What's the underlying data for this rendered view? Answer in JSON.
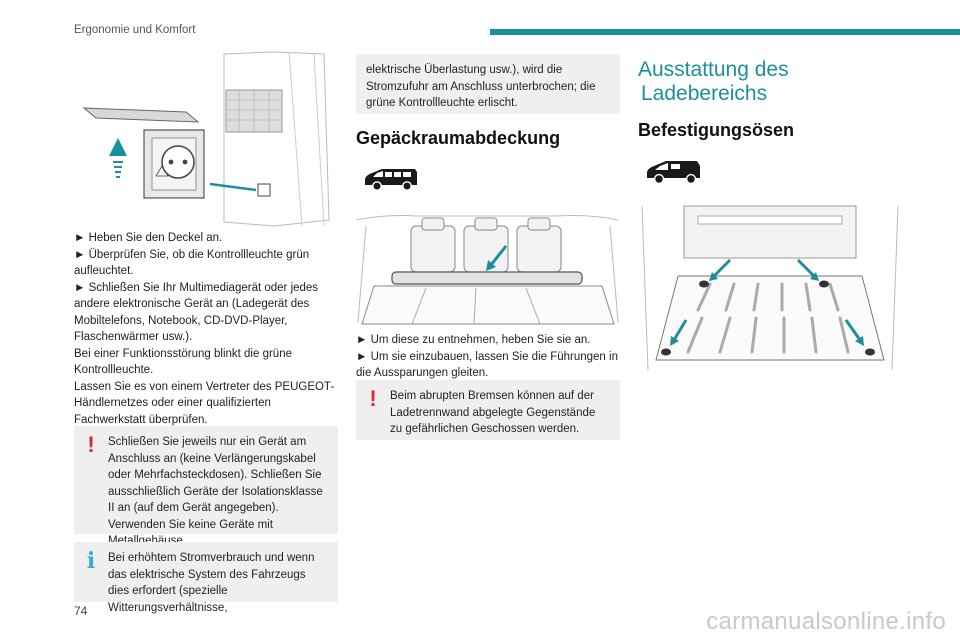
{
  "header": {
    "section_title": "Ergonomie und Komfort",
    "page_number": "74"
  },
  "colors": {
    "accent": "#1c8f9c",
    "warning": "#e0262e",
    "info": "#3aa8d8",
    "note_bg": "#efefef"
  },
  "column1": {
    "paragraphs": [
      "► Heben Sie den Deckel an.",
      "► Überprüfen Sie, ob die Kontrollleuchte grün aufleuchtet.",
      "► Schließen Sie Ihr Multimediagerät oder jedes andere elektronische Gerät an (Ladegerät des Mobiltelefons, Notebook, CD-DVD-Player, Flaschenwärmer usw.).",
      "Bei einer Funktionsstörung blinkt die grüne Kontrollleuchte.",
      "Lassen Sie es von einem Vertreter des PEUGEOT-Händlernetzes oder einer qualifizierten Fachwerkstatt überprüfen."
    ],
    "warning_paragraphs": [
      "Schließen Sie jeweils nur ein Gerät am Anschluss an (keine Verlängerungskabel oder Mehrfachsteckdosen). Schließen Sie ausschließlich Geräte der Isolationsklasse II an (auf dem Gerät angegeben).",
      "Verwenden Sie keine Geräte mit Metallgehäuse."
    ],
    "info_text": "Bei erhöhtem Stromverbrauch und wenn das elektrische System des Fahrzeugs dies erfordert (spezielle Witterungsverhältnisse,"
  },
  "column2": {
    "info_continued": "elektrische Überlastung usw.), wird die Stromzufuhr am Anschluss unterbrochen; die grüne Kontrollleuchte erlischt.",
    "heading": "Gepäckraumabdeckung",
    "paragraphs": [
      "► Um diese zu entnehmen, heben Sie sie an.",
      "► Um sie einzubauen, lassen Sie die Führungen in die Aussparungen gleiten."
    ],
    "warning_text": "Beim abrupten Bremsen können auf der Ladetrennwand abgelegte Gegenstände zu gefährlichen Geschossen werden."
  },
  "column3": {
    "section_heading_line1": "Ausstattung des",
    "section_heading_line2": "Ladebereichs",
    "heading": "Befestigungsösen"
  },
  "watermark": "carmanualsonline.info",
  "icons": [
    "socket-illustration",
    "van-icon",
    "luggage-cover-illustration",
    "cargo-floor-illustration",
    "warning-icon",
    "info-icon"
  ]
}
